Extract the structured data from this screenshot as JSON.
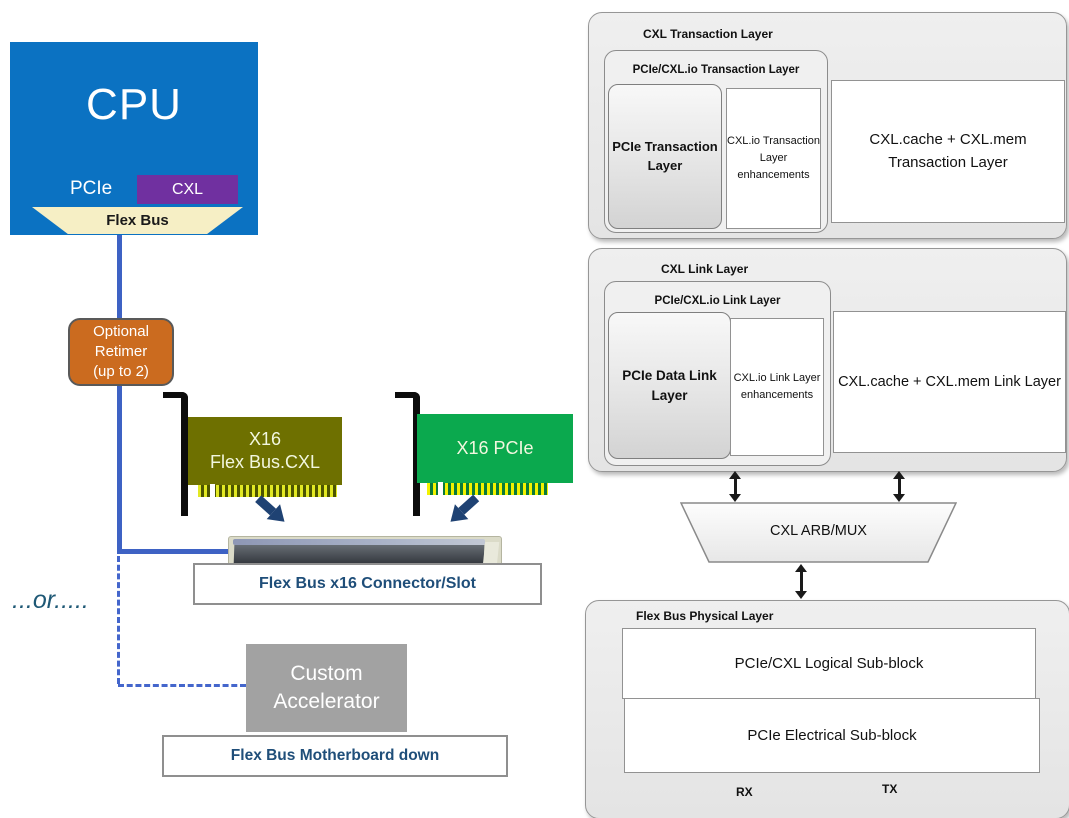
{
  "colors": {
    "cpu_blue": "#0B72C2",
    "cxl_purple": "#7030A0",
    "flex_bus_cream": "#F6EFC5",
    "retimer_orange": "#CB6B1F",
    "card_olive": "#6E7000",
    "card_green": "#0BA94E",
    "finger_yellow": "#F2F200",
    "line_blue": "#3E62C4",
    "dashed_line_blue": "#4466CC",
    "arrow_navy": "#1F4273",
    "label_navy_text": "#1F4E79",
    "accelerator_gray": "#A2A2A2",
    "panel_gray": "#EDEDED"
  },
  "icons": {
    "double_arrow": "↕",
    "down_right_arrow": "↘",
    "down_left_arrow": "↙",
    "card_bracket": "¬",
    "connector_slot": "pcie-slot-graphic"
  },
  "left": {
    "cpu": {
      "title": "CPU",
      "pcie": "PCIe",
      "cxl": "CXL",
      "flex_bus": "Flex Bus"
    },
    "retimer": "Optional Retimer (up to 2)",
    "cxl_card": {
      "line1": "X16",
      "line2": "Flex Bus.CXL"
    },
    "pcie_card": "X16 PCIe",
    "connector_label": "Flex Bus x16 Connector/Slot",
    "or_text": "...or.....",
    "accelerator": "Custom Accelerator",
    "motherboard_label": "Flex Bus Motherboard down"
  },
  "right": {
    "transaction": {
      "title": "CXL Transaction Layer",
      "io_title": "PCIe/CXL.io Transaction Layer",
      "pcie_box": "PCIe Transaction Layer",
      "enh_box": "CXL.io Transaction Layer enhancements",
      "cache_mem_box": "CXL.cache + CXL.mem Transaction Layer"
    },
    "link": {
      "title": "CXL Link Layer",
      "io_title": "PCIe/CXL.io Link Layer",
      "pcie_box": "PCIe Data Link Layer",
      "enh_box": "CXL.io Link Layer enhancements",
      "cache_mem_box": "CXL.cache + CXL.mem Link Layer"
    },
    "arb_mux": "CXL ARB/MUX",
    "physical": {
      "title": "Flex Bus Physical Layer",
      "logical": "PCIe/CXL Logical Sub-block",
      "electrical": "PCIe Electrical Sub-block",
      "rx": "RX",
      "tx": "TX"
    }
  }
}
